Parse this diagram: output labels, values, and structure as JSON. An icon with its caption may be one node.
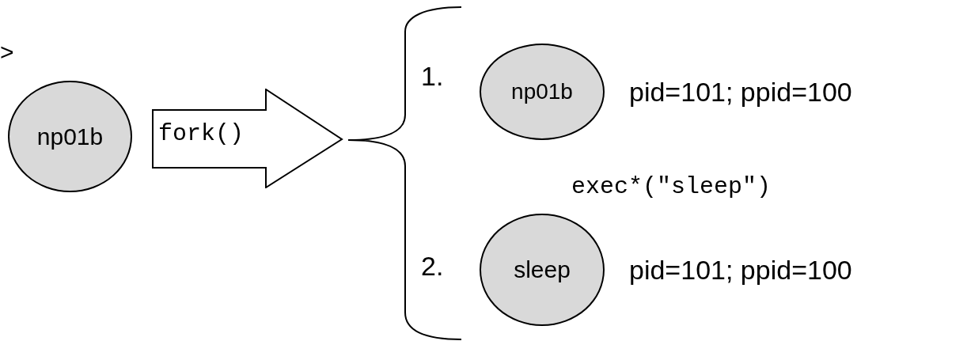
{
  "diagram": {
    "nodes": [
      {
        "text": [
          "np01b"
        ]
      },
      {
        "text": [
          "fork()"
        ]
      },
      {
        "text": [
          "np01b"
        ],
        "beside": [
          "pid=101; ppid=100"
        ]
      },
      {
        "text": [
          "sleep"
        ],
        "beside": [
          "pid=101; ppid=100"
        ]
      }
    ],
    "labels": [
      ">",
      "1.",
      "exec*(\"sleep\")",
      "2."
    ]
  }
}
